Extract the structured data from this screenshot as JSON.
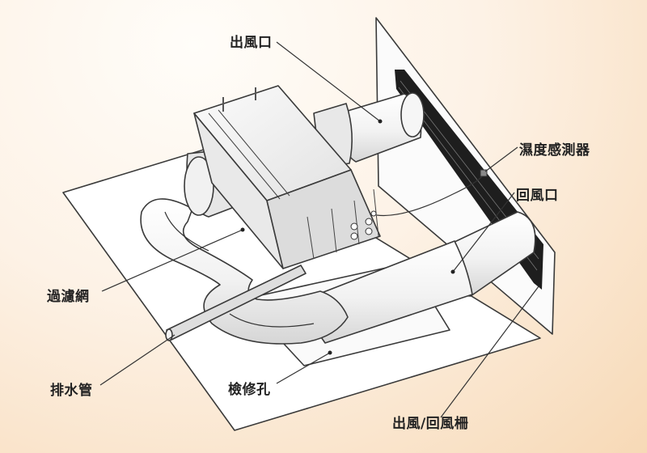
{
  "labels": {
    "outlet": "出風口",
    "humidity_sensor": "濕度感測器",
    "return_inlet": "回風口",
    "filter": "過濾網",
    "drain_pipe": "排水管",
    "inspection_hole": "檢修孔",
    "outlet_return_grille": "出風/回風柵"
  },
  "colors": {
    "background_light": "#fdf2e6",
    "background_warm": "#f7d9b6",
    "line": "#333333",
    "duct_fill": "#f4f4f4",
    "unit_fill": "#ececec"
  }
}
